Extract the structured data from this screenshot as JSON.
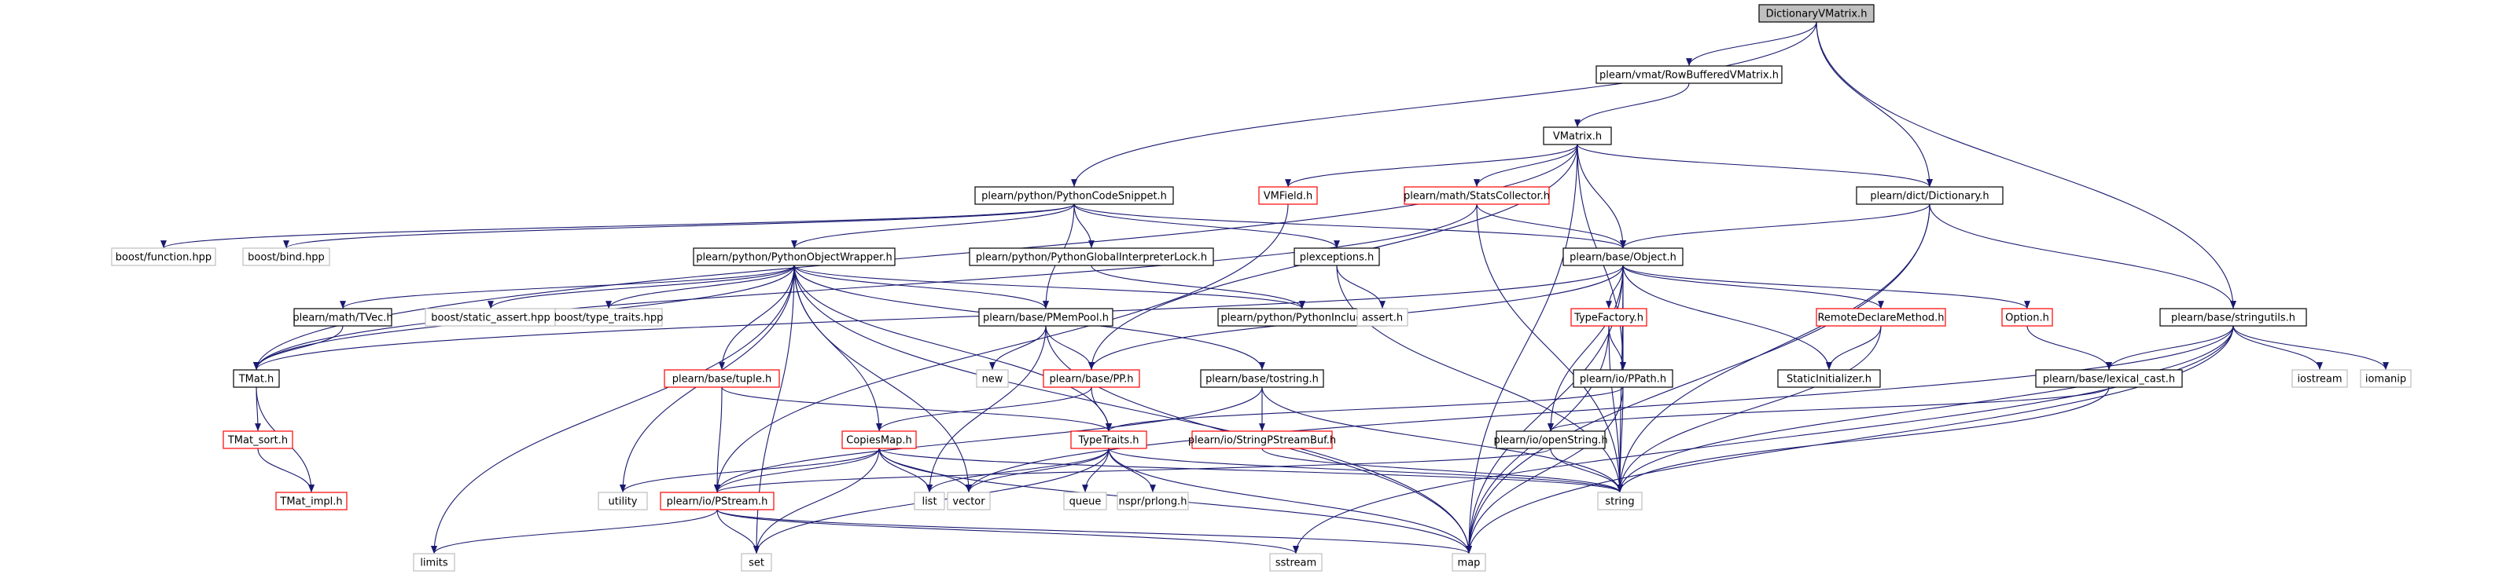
{
  "colors": {
    "edge": "#191970",
    "root_fill": "#bfbfbf",
    "documented_border": "#000000",
    "truncated_border": "#ff0000",
    "external_border": "#bfbfbf",
    "node_fill": "#ffffff"
  },
  "legend_styles": {
    "root": "gray filled box",
    "documented": "black border box",
    "truncated": "red border box (has hidden children)",
    "external": "light gray border box (not documented)"
  },
  "nodes": [
    {
      "id": "dictvm",
      "label": "DictionaryVMatrix.h",
      "style": "root"
    },
    {
      "id": "rowbuf",
      "label": "plearn/vmat/RowBufferedVMatrix.h",
      "style": "doc"
    },
    {
      "id": "vmatrix",
      "label": "VMatrix.h",
      "style": "doc"
    },
    {
      "id": "vmfield",
      "label": "VMField.h",
      "style": "trunc"
    },
    {
      "id": "pycode",
      "label": "plearn/python/PythonCodeSnippet.h",
      "style": "doc"
    },
    {
      "id": "stats",
      "label": "plearn/math/StatsCollector.h",
      "style": "trunc"
    },
    {
      "id": "dictionary",
      "label": "plearn/dict/Dictionary.h",
      "style": "doc"
    },
    {
      "id": "bfunc",
      "label": "boost/function.hpp",
      "style": "ext"
    },
    {
      "id": "bbind",
      "label": "boost/bind.hpp",
      "style": "ext"
    },
    {
      "id": "pyobj",
      "label": "plearn/python/PythonObjectWrapper.h",
      "style": "doc"
    },
    {
      "id": "pygil",
      "label": "plearn/python/PythonGlobalInterpreterLock.h",
      "style": "doc"
    },
    {
      "id": "plexc",
      "label": "plexceptions.h",
      "style": "doc"
    },
    {
      "id": "object",
      "label": "plearn/base/Object.h",
      "style": "doc"
    },
    {
      "id": "pyinc",
      "label": "plearn/python/PythonIncludes.h",
      "style": "doc"
    },
    {
      "id": "tvec",
      "label": "plearn/math/TVec.h",
      "style": "doc"
    },
    {
      "id": "bsa",
      "label": "boost/static_assert.hpp",
      "style": "ext"
    },
    {
      "id": "btt",
      "label": "boost/type_traits.hpp",
      "style": "ext"
    },
    {
      "id": "pmem",
      "label": "plearn/base/PMemPool.h",
      "style": "doc"
    },
    {
      "id": "asserth",
      "label": "assert.h",
      "style": "ext"
    },
    {
      "id": "tfact",
      "label": "TypeFactory.h",
      "style": "trunc"
    },
    {
      "id": "rdecl",
      "label": "RemoteDeclareMethod.h",
      "style": "trunc"
    },
    {
      "id": "option",
      "label": "Option.h",
      "style": "trunc"
    },
    {
      "id": "sutil",
      "label": "plearn/base/stringutils.h",
      "style": "doc"
    },
    {
      "id": "tmat",
      "label": "TMat.h",
      "style": "doc"
    },
    {
      "id": "btuple",
      "label": "plearn/base/tuple.h",
      "style": "trunc"
    },
    {
      "id": "newh",
      "label": "new",
      "style": "ext"
    },
    {
      "id": "pp",
      "label": "plearn/base/PP.h",
      "style": "trunc"
    },
    {
      "id": "tostr",
      "label": "plearn/base/tostring.h",
      "style": "doc"
    },
    {
      "id": "ppath",
      "label": "plearn/io/PPath.h",
      "style": "doc"
    },
    {
      "id": "sinit",
      "label": "StaticInitializer.h",
      "style": "doc"
    },
    {
      "id": "lcast",
      "label": "plearn/base/lexical_cast.h",
      "style": "doc"
    },
    {
      "id": "iostream",
      "label": "iostream",
      "style": "ext"
    },
    {
      "id": "iomanip",
      "label": "iomanip",
      "style": "ext"
    },
    {
      "id": "tmsort",
      "label": "TMat_sort.h",
      "style": "trunc"
    },
    {
      "id": "tmimpl",
      "label": "TMat_impl.h",
      "style": "trunc"
    },
    {
      "id": "copies",
      "label": "CopiesMap.h",
      "style": "trunc"
    },
    {
      "id": "ttraits",
      "label": "TypeTraits.h",
      "style": "trunc"
    },
    {
      "id": "ssbuf",
      "label": "plearn/io/StringPStreamBuf.h",
      "style": "trunc"
    },
    {
      "id": "openstr",
      "label": "plearn/io/openString.h",
      "style": "doc"
    },
    {
      "id": "utility",
      "label": "utility",
      "style": "ext"
    },
    {
      "id": "pstream",
      "label": "plearn/io/PStream.h",
      "style": "trunc"
    },
    {
      "id": "list",
      "label": "list",
      "style": "ext"
    },
    {
      "id": "vector",
      "label": "vector",
      "style": "ext"
    },
    {
      "id": "queue",
      "label": "queue",
      "style": "ext"
    },
    {
      "id": "nspr",
      "label": "nspr/prlong.h",
      "style": "ext"
    },
    {
      "id": "string",
      "label": "string",
      "style": "ext"
    },
    {
      "id": "limits",
      "label": "limits",
      "style": "ext"
    },
    {
      "id": "set",
      "label": "set",
      "style": "ext"
    },
    {
      "id": "sstream",
      "label": "sstream",
      "style": "ext"
    },
    {
      "id": "map",
      "label": "map",
      "style": "ext"
    }
  ],
  "edges": [
    [
      "dictvm",
      "rowbuf"
    ],
    [
      "dictvm",
      "pycode"
    ],
    [
      "dictvm",
      "dictionary"
    ],
    [
      "dictvm",
      "sutil"
    ],
    [
      "rowbuf",
      "vmatrix"
    ],
    [
      "vmatrix",
      "vmfield"
    ],
    [
      "vmatrix",
      "tmat"
    ],
    [
      "vmatrix",
      "stats"
    ],
    [
      "vmatrix",
      "dictionary"
    ],
    [
      "vmatrix",
      "object"
    ],
    [
      "vmatrix",
      "pp"
    ],
    [
      "vmatrix",
      "ppath"
    ],
    [
      "vmatrix",
      "map"
    ],
    [
      "vmfield",
      "pstream"
    ],
    [
      "pycode",
      "bfunc"
    ],
    [
      "pycode",
      "bbind"
    ],
    [
      "pycode",
      "pyobj"
    ],
    [
      "pycode",
      "pygil"
    ],
    [
      "pycode",
      "plexc"
    ],
    [
      "pycode",
      "object"
    ],
    [
      "pycode",
      "pmem"
    ],
    [
      "stats",
      "tmat"
    ],
    [
      "stats",
      "object"
    ],
    [
      "stats",
      "string"
    ],
    [
      "dictionary",
      "object"
    ],
    [
      "dictionary",
      "sutil"
    ],
    [
      "dictionary",
      "string"
    ],
    [
      "dictionary",
      "map"
    ],
    [
      "pyobj",
      "tvec"
    ],
    [
      "pyobj",
      "bsa"
    ],
    [
      "pyobj",
      "btt"
    ],
    [
      "pyobj",
      "tmat"
    ],
    [
      "pyobj",
      "btuple"
    ],
    [
      "pyobj",
      "pmem"
    ],
    [
      "pyobj",
      "pyinc"
    ],
    [
      "pyobj",
      "tostr"
    ],
    [
      "pyobj",
      "copies"
    ],
    [
      "pyobj",
      "ttraits"
    ],
    [
      "pyobj",
      "utility"
    ],
    [
      "pyobj",
      "limits"
    ],
    [
      "pyobj",
      "set"
    ],
    [
      "pyobj",
      "vector"
    ],
    [
      "pyobj",
      "map"
    ],
    [
      "pygil",
      "pyinc"
    ],
    [
      "plexc",
      "asserth"
    ],
    [
      "plexc",
      "string"
    ],
    [
      "object",
      "tfact"
    ],
    [
      "object",
      "rdecl"
    ],
    [
      "object",
      "option"
    ],
    [
      "object",
      "sinit"
    ],
    [
      "object",
      "ppath"
    ],
    [
      "object",
      "openstr"
    ],
    [
      "object",
      "pp"
    ],
    [
      "object",
      "tmat"
    ],
    [
      "object",
      "string"
    ],
    [
      "object",
      "map"
    ],
    [
      "tvec",
      "tmat"
    ],
    [
      "pmem",
      "newh"
    ],
    [
      "pmem",
      "pp"
    ],
    [
      "pmem",
      "list"
    ],
    [
      "pmem",
      "map"
    ],
    [
      "tfact",
      "ppath"
    ],
    [
      "tfact",
      "string"
    ],
    [
      "tfact",
      "map"
    ],
    [
      "rdecl",
      "sinit"
    ],
    [
      "rdecl",
      "string"
    ],
    [
      "option",
      "lcast"
    ],
    [
      "sutil",
      "iostream"
    ],
    [
      "sutil",
      "iomanip"
    ],
    [
      "sutil",
      "lcast"
    ],
    [
      "sutil",
      "string"
    ],
    [
      "sutil",
      "vector"
    ],
    [
      "sutil",
      "map"
    ],
    [
      "sutil",
      "sstream"
    ],
    [
      "tmat",
      "tmsort"
    ],
    [
      "tmat",
      "tmimpl"
    ],
    [
      "tmsort",
      "tmimpl"
    ],
    [
      "btuple",
      "ttraits"
    ],
    [
      "btuple",
      "pstream"
    ],
    [
      "pp",
      "copies"
    ],
    [
      "pp",
      "ttraits"
    ],
    [
      "tostr",
      "ssbuf"
    ],
    [
      "tostr",
      "pstream"
    ],
    [
      "tostr",
      "string"
    ],
    [
      "ppath",
      "ttraits"
    ],
    [
      "ppath",
      "string"
    ],
    [
      "ppath",
      "map"
    ],
    [
      "lcast",
      "openstr"
    ],
    [
      "lcast",
      "string"
    ],
    [
      "copies",
      "utility"
    ],
    [
      "copies",
      "list"
    ],
    [
      "copies",
      "vector"
    ],
    [
      "copies",
      "set"
    ],
    [
      "copies",
      "map"
    ],
    [
      "copies",
      "string"
    ],
    [
      "copies",
      "pstream"
    ],
    [
      "ttraits",
      "list"
    ],
    [
      "ttraits",
      "vector"
    ],
    [
      "ttraits",
      "queue"
    ],
    [
      "ttraits",
      "nspr"
    ],
    [
      "ttraits",
      "set"
    ],
    [
      "ttraits",
      "map"
    ],
    [
      "ttraits",
      "string"
    ],
    [
      "ssbuf",
      "string"
    ],
    [
      "openstr",
      "pstream"
    ],
    [
      "openstr",
      "string"
    ],
    [
      "pstream",
      "limits"
    ],
    [
      "pstream",
      "set"
    ],
    [
      "pstream",
      "sstream"
    ],
    [
      "pstream",
      "map"
    ]
  ]
}
